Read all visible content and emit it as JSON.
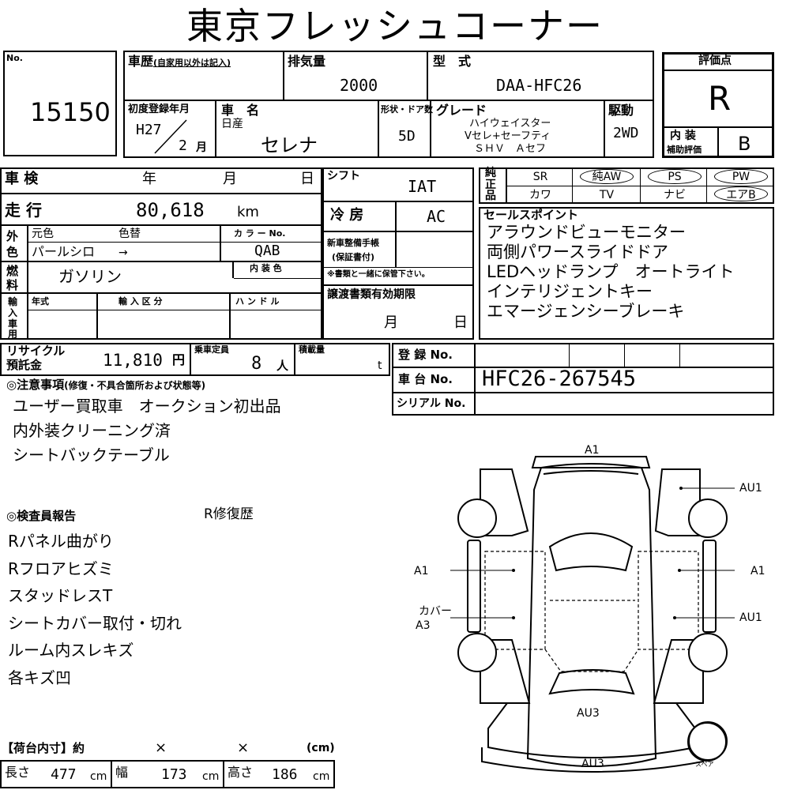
{
  "title": "東京フレッシュコーナー",
  "no": {
    "label": "No.",
    "value": "15150"
  },
  "history": {
    "label": "車歴",
    "note": "(自家用以外は記入)",
    "value": ""
  },
  "displacement": {
    "label": "排気量",
    "value": "2000"
  },
  "model": {
    "label": "型　式",
    "value": "DAA-HFC26"
  },
  "grade_box": {
    "label": "評価点",
    "value": "R",
    "interior_label_1": "内 装",
    "interior_label_2": "補助評価",
    "interior_value": "B"
  },
  "first_reg": {
    "label": "初度登録年月",
    "era_year": "H27",
    "month": "2",
    "month_unit": "月"
  },
  "car_name": {
    "label": "車　名",
    "maker": "日産",
    "name": "セレナ"
  },
  "doors": {
    "label": "形状・ドア数",
    "value": "5D"
  },
  "grade": {
    "label": "グレード",
    "line1": "ハイウェイスター",
    "line2": "Vセレ+セーフティ",
    "line3": "ＳＨＶ　Ａセフ"
  },
  "drive": {
    "label": "駆動",
    "value": "2WD"
  },
  "inspection": {
    "label": "車 検",
    "year": "年",
    "month": "月",
    "day": "日"
  },
  "mileage": {
    "label": "走 行",
    "value": "80,618",
    "unit": "km"
  },
  "shift": {
    "label": "シフト",
    "value": "IAT"
  },
  "ac": {
    "label": "冷 房",
    "value": "AC"
  },
  "equipment": {
    "label": "純正品",
    "row1": [
      "SR",
      "純AW",
      "PS",
      "PW"
    ],
    "row2": [
      "カワ",
      "TV",
      "ナビ",
      "エアB"
    ]
  },
  "color": {
    "label": "外色",
    "orig_label": "元色",
    "change_label": "色替",
    "orig_value": "パールシロ",
    "arrow": "→",
    "code_label": "カ ラ ー No.",
    "code_value": "QAB"
  },
  "fuel": {
    "label": "燃料",
    "value": "ガソリン",
    "interior_color_label": "内 装 色"
  },
  "warranty": {
    "label1": "新車整備手帳",
    "label2": "(保証書付)",
    "note": "※書類と一緒に保管下さい。"
  },
  "sales_points": {
    "label": "セールスポイント",
    "items": [
      "アラウンドビューモニター",
      "両側パワースライドドア",
      "LEDヘッドランプ　オートライト",
      "インテリジェントキー",
      "エマージェンシーブレーキ"
    ]
  },
  "import": {
    "label": "輸入車用",
    "year_label": "年式",
    "class_label": "輸 入 区 分",
    "handle_label": "ハ ン ド ル"
  },
  "transfer": {
    "label": "譲渡書類有効期限",
    "month": "月",
    "day": "日"
  },
  "recycle": {
    "label1": "リサイクル",
    "label2": "預託金",
    "value": "11,810",
    "unit": "円"
  },
  "capacity": {
    "label": "乗車定員",
    "value": "8",
    "unit": "人"
  },
  "load": {
    "label": "積載量",
    "unit": "t"
  },
  "registration": {
    "label": "登 録 No."
  },
  "chassis": {
    "label": "車 台 No.",
    "value": "HFC26-267545"
  },
  "serial": {
    "label": "シリアル No."
  },
  "notes": {
    "label": "◎注意事項",
    "sub": "(修復・不具合箇所および状態等)",
    "items": [
      "ユーザー買取車　オークション初出品",
      "内外装クリーニング済",
      "シートバックテーブル"
    ]
  },
  "inspector": {
    "label": "◎検査員報告",
    "headline": "R修復歴",
    "items": [
      "Rパネル曲がり",
      "Rフロアヒズミ",
      "スタッドレスT",
      "シートカバー取付・切れ",
      "ルーム内スレキズ",
      "各キズ凹"
    ]
  },
  "cargo": {
    "label": "【荷台内寸】約",
    "x1": "×",
    "x2": "×",
    "unit": "(cm)",
    "length_label": "長さ",
    "length_value": "477",
    "length_unit": "cm",
    "width_label": "幅",
    "width_value": "173",
    "width_unit": "cm",
    "height_label": "高さ",
    "height_value": "186",
    "height_unit": "cm"
  },
  "diagram": {
    "top": "A1",
    "right_top": "AU1",
    "left_mid": "A1",
    "right_mid": "A1",
    "left_low_1": "カバー",
    "left_low_2": "A3",
    "right_low": "AU1",
    "rear_inner": "AU3",
    "rear_outer": "AU3",
    "spare": "スペア"
  }
}
